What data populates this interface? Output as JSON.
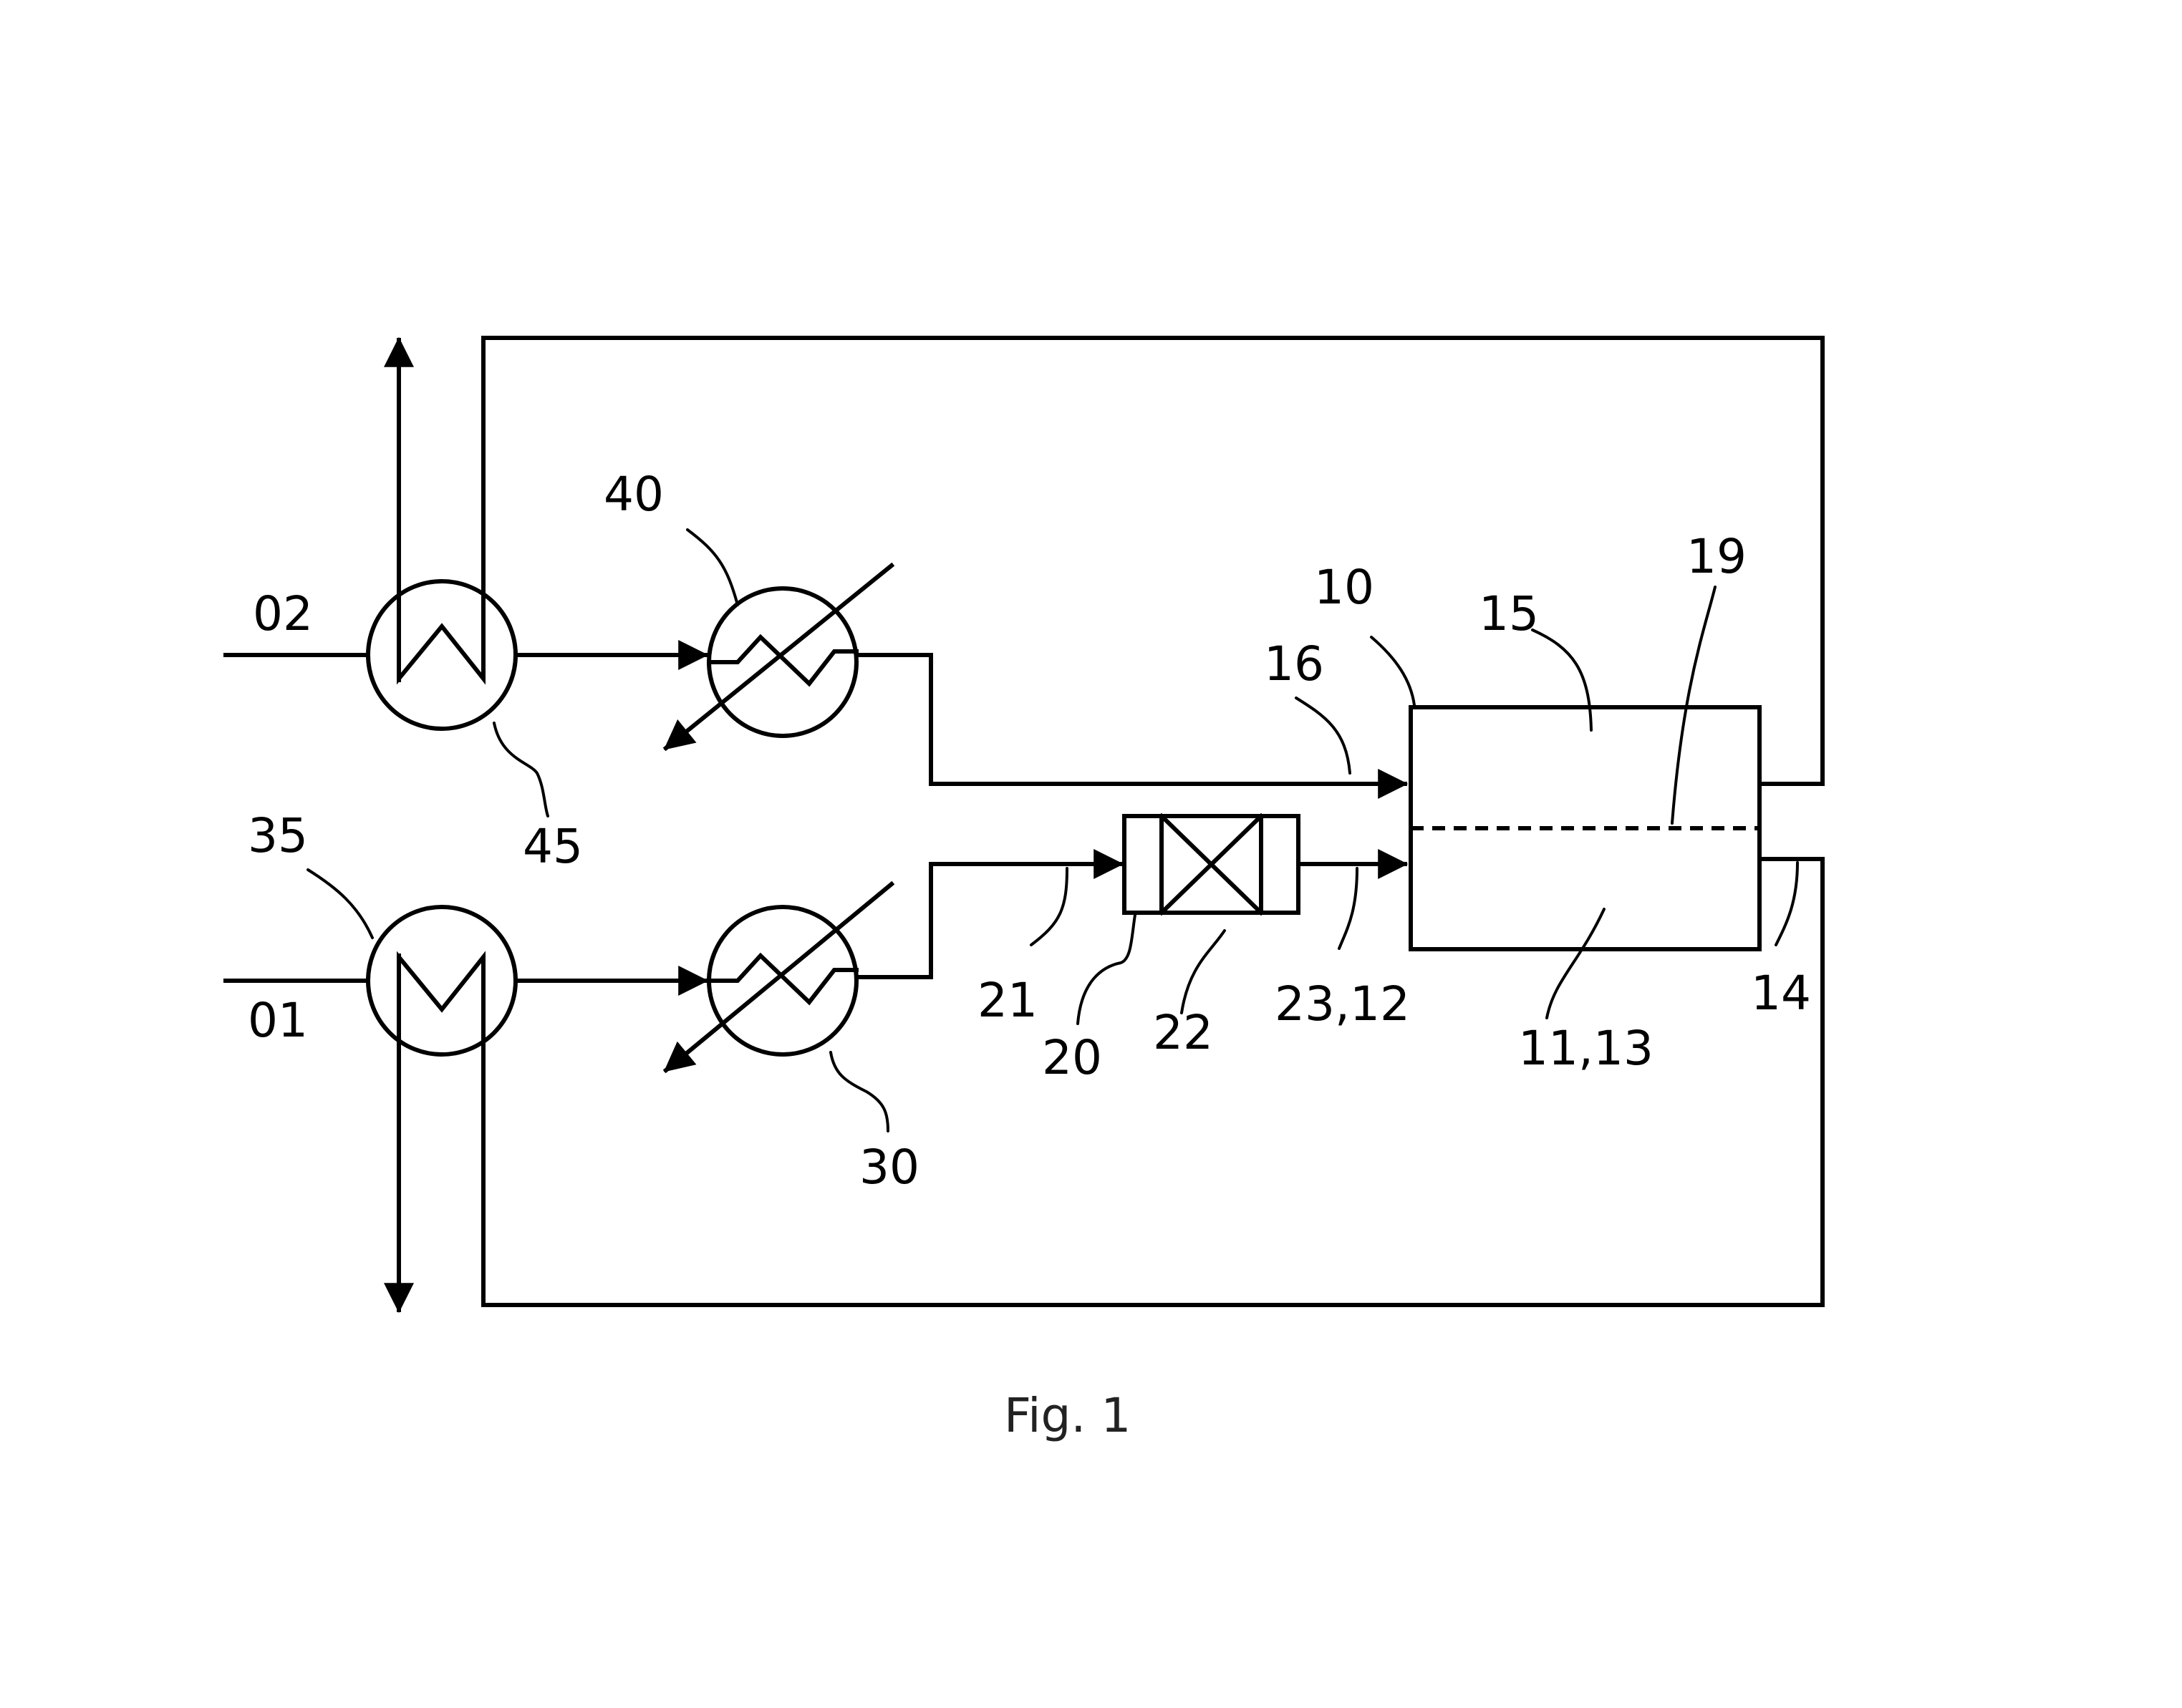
{
  "caption": "Fig. 1",
  "labels": {
    "l02": "02",
    "l01": "01",
    "l40": "40",
    "l45": "45",
    "l35": "35",
    "l30": "30",
    "l10": "10",
    "l15": "15",
    "l16": "16",
    "l19": "19",
    "l21": "21",
    "l20": "20",
    "l22": "22",
    "l23_12": "23,12",
    "l11_13": "11,13",
    "l14": "14"
  }
}
